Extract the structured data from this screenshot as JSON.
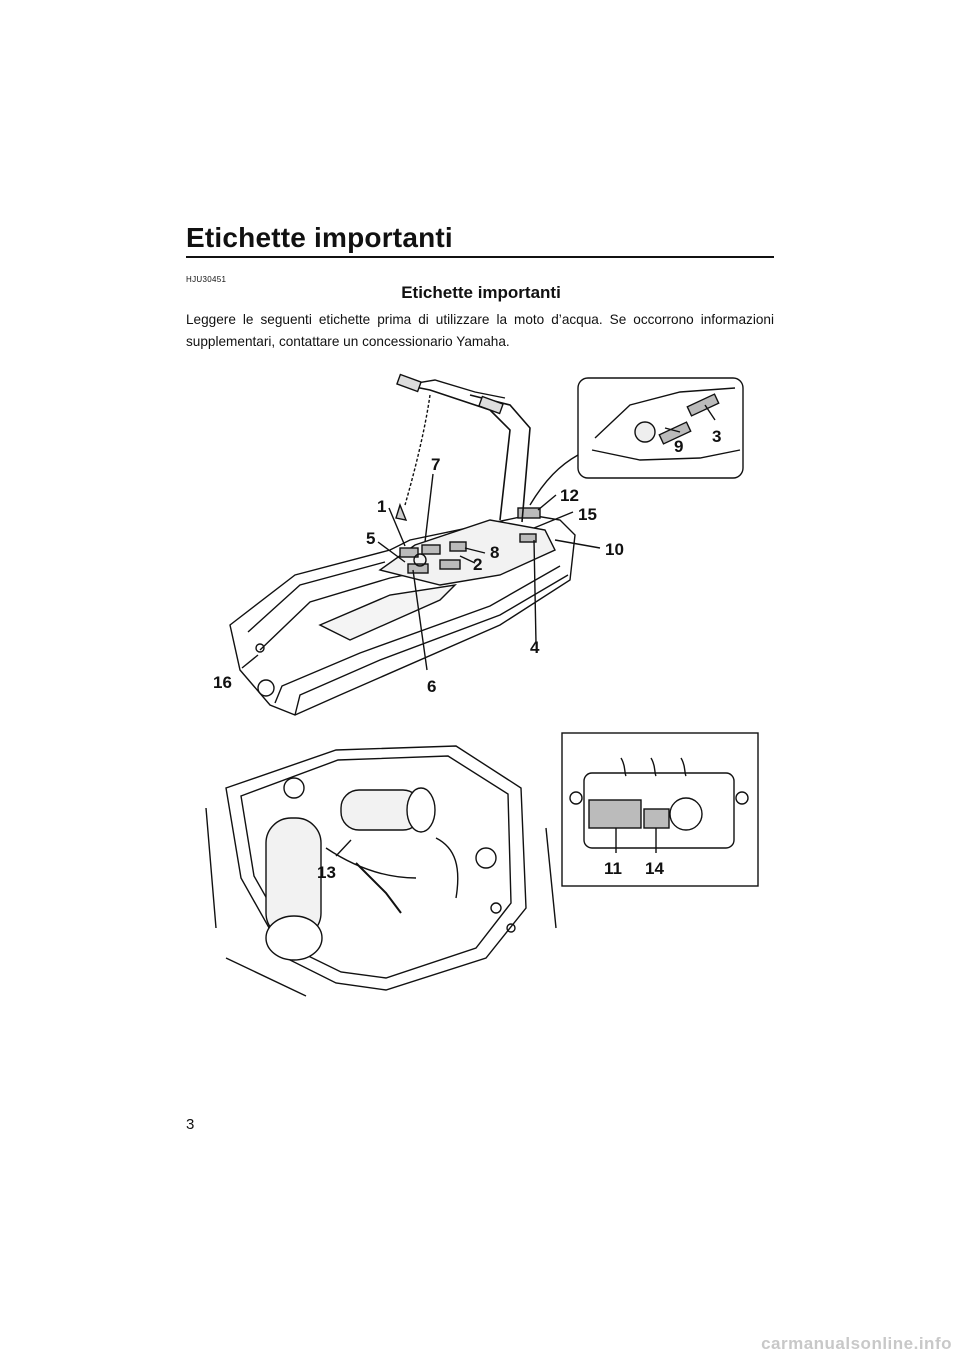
{
  "header": {
    "title": "Etichette importanti"
  },
  "section": {
    "code": "HJU30451",
    "title": "Etichette importanti",
    "intro": "Leggere le seguenti etichette prima di utilizzare la moto d’acqua. Se occorrono informazioni supplementari, contattare un concessionario Yamaha."
  },
  "figure_top": {
    "callouts": [
      "1",
      "2",
      "4",
      "5",
      "6",
      "7",
      "8",
      "10",
      "12",
      "15",
      "16"
    ],
    "inset_callouts": [
      "9",
      "3"
    ]
  },
  "figure_bottom": {
    "callouts": [
      "13"
    ],
    "inset_callouts": [
      "11",
      "14"
    ]
  },
  "footer": {
    "page_number": "3",
    "watermark": "carmanualsonline.info"
  }
}
